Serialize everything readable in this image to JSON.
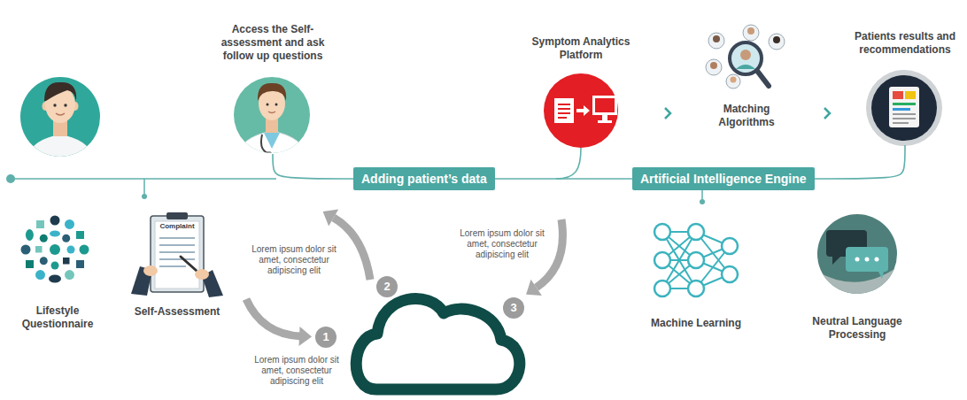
{
  "diagram": {
    "nodes": [
      {
        "text": [
          "Access the Self-assessment and ask follow up questions"
        ]
      },
      {
        "text": [
          "Symptom Analytics Platform"
        ]
      },
      {
        "text": [
          "Matching Algorithms"
        ]
      },
      {
        "text": [
          "Patients results and recommendations"
        ]
      },
      {
        "text": [
          "Adding patient’s data"
        ]
      },
      {
        "text": [
          "Artificial Intelligence Engine"
        ]
      },
      {
        "text": [
          "Lifestyle Questionnaire"
        ]
      },
      {
        "text": [
          "Complaint",
          "Self-Assessment"
        ]
      },
      {
        "text": [
          "1"
        ]
      },
      {
        "text": [
          "2"
        ]
      },
      {
        "text": [
          "3"
        ]
      },
      {
        "text": [
          "Machine Learning"
        ]
      },
      {
        "text": [
          "Neutral Language Processing"
        ]
      }
    ],
    "edges": [
      {
        "from": 0,
        "to": 4,
        "arrow": "none"
      },
      {
        "from": 4,
        "to": 5,
        "arrow": "none"
      },
      {
        "from": 5,
        "to": 3,
        "arrow": "none"
      }
    ],
    "labels": [
      "Lorem ipsum dolor sit amet, consectetur adipiscing elit",
      "Lorem ipsum dolor sit amet, consectetur adipiscing elit",
      "Lorem ipsum dolor sit amet, consectetur adipiscing elit"
    ]
  }
}
